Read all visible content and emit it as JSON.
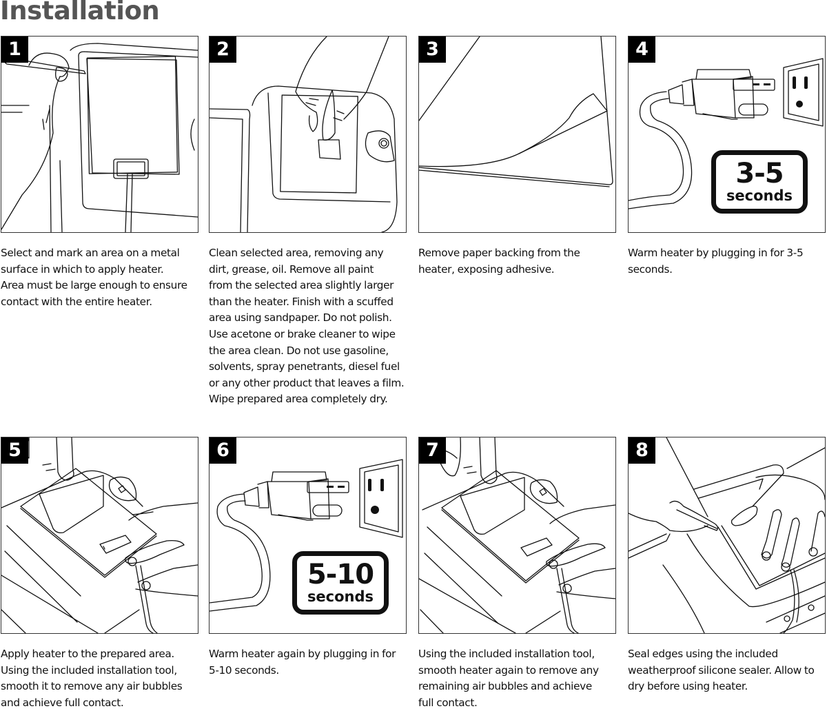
{
  "page": {
    "title": "Installation"
  },
  "steps": [
    {
      "number": "1",
      "illustration": "hand-marking-metal-surface-with-pen",
      "lines": [
        "Select and mark an area on a metal",
        "surface in which to apply heater.",
        "Area must be large enough to ensure",
        "contact with the entire heater."
      ]
    },
    {
      "number": "2",
      "illustration": "hand-sanding-selected-area",
      "lines": [
        "Clean selected area, removing any",
        "dirt, grease, oil. Remove all paint",
        "from the selected area slightly larger",
        "than the heater. Finish with a scuffed",
        "area using sandpaper. Do not polish.",
        "Use acetone or brake cleaner to wipe",
        "the area clean. Do not use gasoline,",
        "solvents, spray penetrants, diesel fuel",
        "or any other product that leaves a film.",
        "Wipe prepared area completely dry."
      ]
    },
    {
      "number": "3",
      "illustration": "peeling-paper-backing",
      "lines": [
        "Remove paper backing from the",
        "heater, exposing adhesive."
      ]
    },
    {
      "number": "4",
      "illustration": "plug-and-outlet",
      "badge": {
        "value": "3-5",
        "unit": "seconds"
      },
      "lines": [
        "Warm heater by plugging in for 3-5",
        "seconds."
      ]
    },
    {
      "number": "5",
      "illustration": "hands-applying-heater-with-tool",
      "lines": [
        "Apply heater to the prepared area.",
        "Using the included installation tool,",
        "smooth it to remove any air bubbles",
        "and achieve full contact."
      ]
    },
    {
      "number": "6",
      "illustration": "plug-and-outlet",
      "badge": {
        "value": "5-10",
        "unit": "seconds"
      },
      "lines": [
        "Warm heater again by plugging in for",
        "5-10 seconds."
      ]
    },
    {
      "number": "7",
      "illustration": "hands-smoothing-heater-with-tool",
      "lines": [
        "Using the included installation tool,",
        "smooth heater again to remove any",
        "remaining air bubbles and achieve",
        "full contact."
      ]
    },
    {
      "number": "8",
      "illustration": "hands-sealing-edges-with-silicone",
      "lines": [
        "Seal edges using the included",
        "weatherproof silicone sealer. Allow to",
        "dry before using heater."
      ]
    }
  ]
}
